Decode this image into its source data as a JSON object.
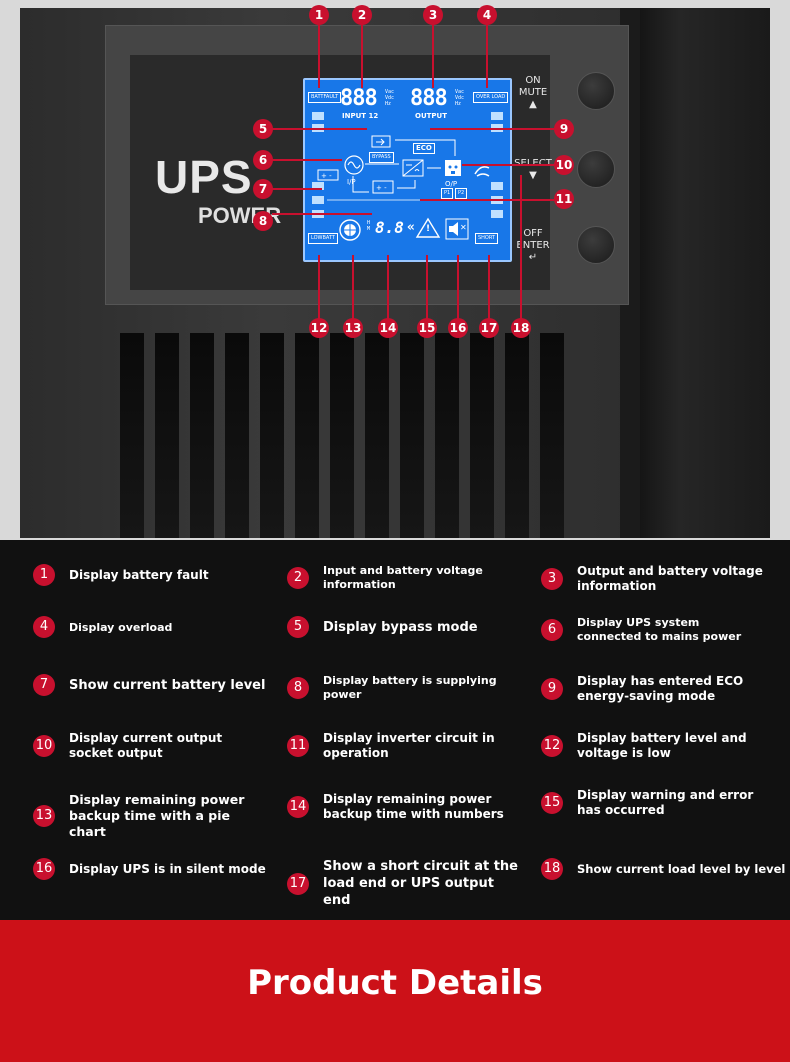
{
  "device": {
    "logo_main": "UPS",
    "logo_sub": "POWER",
    "buttons": [
      {
        "line1": "ON",
        "line2": "MUTE",
        "arrow": "▲"
      },
      {
        "line1": "SELECT",
        "line2": "",
        "arrow": "▼"
      },
      {
        "line1": "OFF",
        "line2": "ENTER",
        "arrow": "↵"
      }
    ],
    "lcd": {
      "batt_fault": "BATTFAULT",
      "over_load": "OVER LOAD",
      "input_digits": "888",
      "output_digits": "888",
      "input_label": "INPUT 12",
      "output_label": "OUTPUT",
      "unit_vac": "Vac",
      "unit_vdc": "Vdc",
      "unit_hz": "Hz",
      "bypass": "BYPASS",
      "eco": "ECO",
      "ip": "I/P",
      "op": "O/P",
      "p1": "P1",
      "p2": "P2",
      "low_batt": "LOWBATT",
      "short": "SHORT",
      "time_digits": "8.8",
      "time_unit_h": "H",
      "time_unit_m": "M",
      "mute_x": "✕",
      "warn_glyph": "!",
      "double_arrow": "«"
    }
  },
  "markers": [
    "1",
    "2",
    "3",
    "4",
    "5",
    "6",
    "7",
    "8",
    "9",
    "10",
    "11",
    "12",
    "13",
    "14",
    "15",
    "16",
    "17",
    "18"
  ],
  "legend": [
    {
      "num": "1",
      "text": "Display battery fault"
    },
    {
      "num": "2",
      "text": "Input and battery voltage information"
    },
    {
      "num": "3",
      "text": "Output and battery voltage information"
    },
    {
      "num": "4",
      "text": "Display overload"
    },
    {
      "num": "5",
      "text": "Display bypass mode"
    },
    {
      "num": "6",
      "text": "Display UPS system connected to mains power"
    },
    {
      "num": "7",
      "text": "Show current battery level"
    },
    {
      "num": "8",
      "text": "Display battery is supplying power"
    },
    {
      "num": "9",
      "text": "Display has entered ECO energy-saving mode"
    },
    {
      "num": "10",
      "text": "Display current output socket output"
    },
    {
      "num": "11",
      "text": "Display inverter circuit in operation"
    },
    {
      "num": "12",
      "text": "Display battery level and voltage is low"
    },
    {
      "num": "13",
      "text": "Display remaining power backup time with a pie chart"
    },
    {
      "num": "14",
      "text": "Display remaining power backup time with numbers"
    },
    {
      "num": "15",
      "text": "Display warning and error has occurred"
    },
    {
      "num": "16",
      "text": "Display UPS is in silent mode"
    },
    {
      "num": "17",
      "text": "Show a short circuit at the load end or UPS output end"
    },
    {
      "num": "18",
      "text": "Show current load level by level"
    }
  ],
  "footer": {
    "title": "Product Details"
  },
  "colors": {
    "accent_red": "#cc1118",
    "marker_red": "#c8102e",
    "lcd_blue": "#1877e8"
  }
}
